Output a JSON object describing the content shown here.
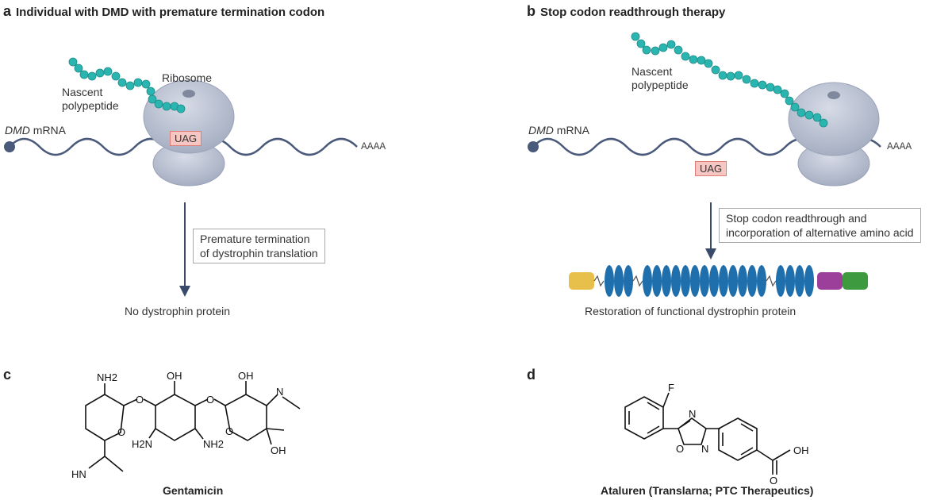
{
  "panels": {
    "a": {
      "letter": "a",
      "title": "Individual with DMD with premature termination codon",
      "nascent_label": "Nascent\npolypeptide",
      "ribosome_label": "Ribosome",
      "mrna_label_italic": "DMD",
      "mrna_label_rest": " mRNA",
      "codon": "UAG",
      "polya": "AAAA",
      "step_box": "Premature termination\nof dystrophin translation",
      "outcome": "No dystrophin protein"
    },
    "b": {
      "letter": "b",
      "title": "Stop codon readthrough therapy",
      "nascent_label": "Nascent\npolypeptide",
      "mrna_label_italic": "DMD",
      "mrna_label_rest": " mRNA",
      "codon": "UAG",
      "polya": "AAAA",
      "step_box": "Stop codon readthrough and\nincorporation of alternative amino acid",
      "outcome": "Restoration of functional dystrophin protein"
    },
    "c": {
      "letter": "c",
      "caption": "Gentamicin",
      "atoms": [
        "NH2",
        "OH",
        "OH",
        "N",
        "O",
        "O",
        "O",
        "O",
        "H2N",
        "NH2",
        "OH",
        "HN"
      ]
    },
    "d": {
      "letter": "d",
      "caption": "Ataluren (Translarna; PTC Therapeutics)",
      "atoms": [
        "F",
        "N",
        "O",
        "N",
        "OH",
        "O"
      ]
    }
  },
  "colors": {
    "bead": "#2bb5b0",
    "ribosome": "#bcc3d3",
    "mrna": "#4a5a7a",
    "codon_bg": "#f6c6c2",
    "domain_blue": "#1f6fad",
    "domain_yellow": "#e6c04a",
    "domain_purple": "#9b3f9b",
    "domain_green": "#3e9a3e"
  }
}
